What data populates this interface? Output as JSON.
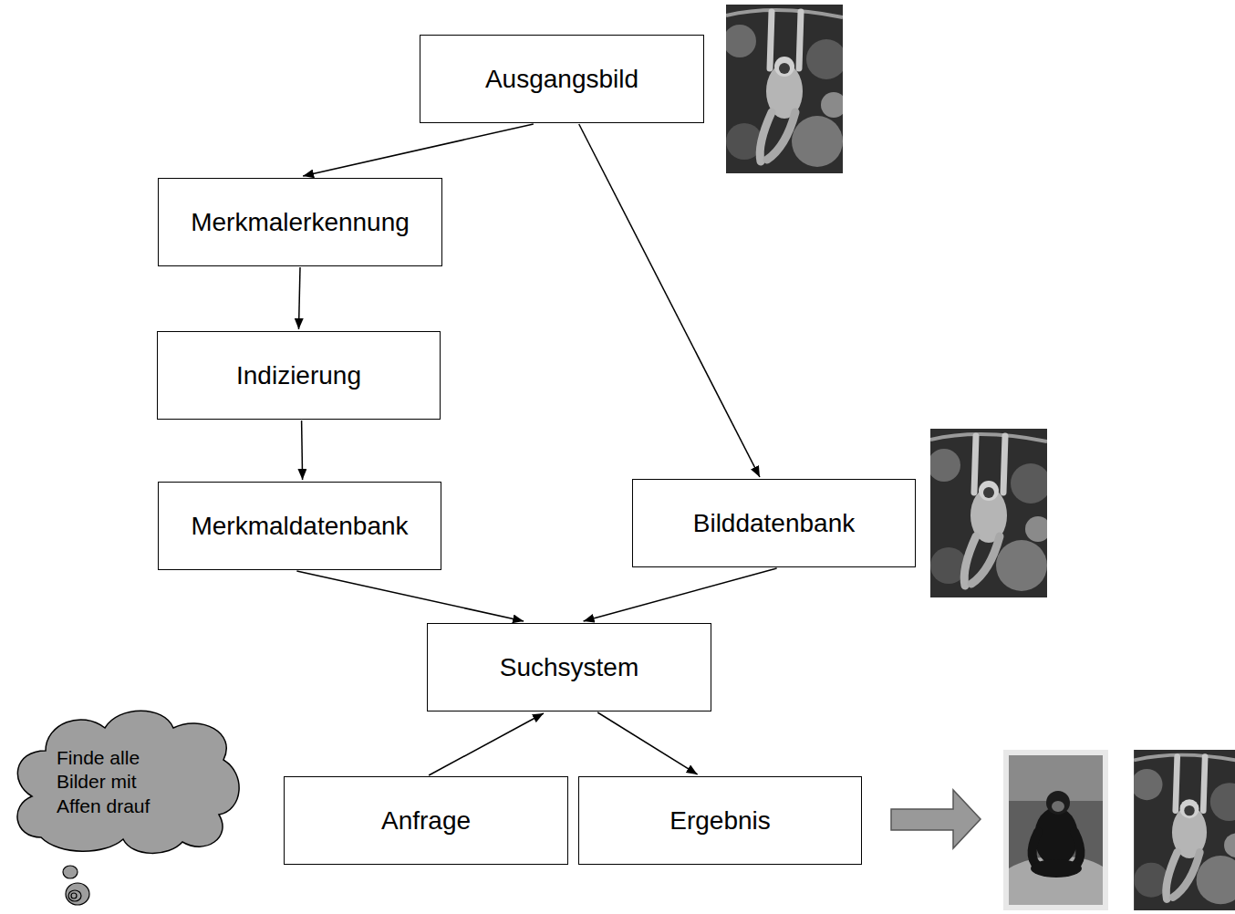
{
  "diagram": {
    "nodes": [
      {
        "text": [
          "Ausgangsbild"
        ]
      },
      {
        "text": [
          "Merkmalerkennung"
        ]
      },
      {
        "text": [
          "Indizierung"
        ]
      },
      {
        "text": [
          "Merkmaldatenbank"
        ]
      },
      {
        "text": [
          "Bilddatenbank"
        ]
      },
      {
        "text": [
          "Suchsystem"
        ]
      },
      {
        "text": [
          "Finde alle Bilder mit Affen drauf"
        ]
      },
      {
        "text": [
          "Anfrage"
        ]
      },
      {
        "text": [
          "Ergebnis"
        ]
      }
    ],
    "edges": [
      {
        "from": 0,
        "to": 1,
        "arrow": "to"
      },
      {
        "from": 0,
        "to": 4,
        "arrow": "to"
      },
      {
        "from": 1,
        "to": 2,
        "arrow": "to"
      },
      {
        "from": 2,
        "to": 3,
        "arrow": "to"
      },
      {
        "from": 3,
        "to": 5,
        "arrow": "to"
      },
      {
        "from": 4,
        "to": 5,
        "arrow": "to"
      },
      {
        "from": 7,
        "to": 5,
        "arrow": "to"
      },
      {
        "from": 5,
        "to": 8,
        "arrow": "to"
      }
    ]
  }
}
